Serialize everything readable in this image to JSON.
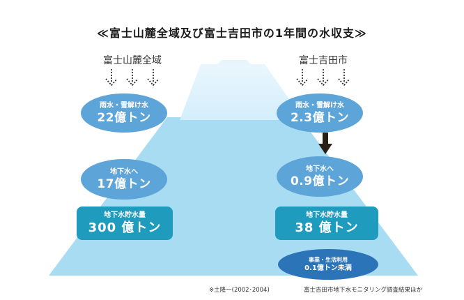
{
  "title": "≪富士山麓全域及び富士吉田市の1年間の水収支≫",
  "columns": {
    "left": "富士山麓全域",
    "right": "富士吉田市"
  },
  "left": {
    "rain": {
      "label": "雨水・雪解け水",
      "value": "22億トン"
    },
    "ground": {
      "label": "地下水へ",
      "value": "17億トン"
    },
    "storage": {
      "label": "地下水貯水量",
      "value": "300 億トン"
    }
  },
  "right": {
    "rain": {
      "label": "雨水・雪解け水",
      "value": "2.3億トン"
    },
    "ground": {
      "label": "地下水へ",
      "value": "0.9億トン"
    },
    "storage": {
      "label": "地下水貯水量",
      "value": "38 億トン"
    },
    "usage": {
      "label": "事業・生活利用",
      "value": "0.1億トン未満"
    }
  },
  "notes": {
    "source1": "※土隆一(2002･2004)",
    "source2": "富士吉田市地下水モニタリング調査結果ほか"
  },
  "colors": {
    "mountain_light": "#ccebfa",
    "mountain_mid": "#9dd5f1",
    "ellipse": "#5da4d8",
    "storage_box": "#1e9bbd",
    "usage_ellipse": "#2b74b8",
    "arrow": "#2a1f14"
  },
  "icons": {
    "rain_arrows": "dotted-down-arrow-icon",
    "flow_arrow": "solid-down-arrow-icon"
  }
}
